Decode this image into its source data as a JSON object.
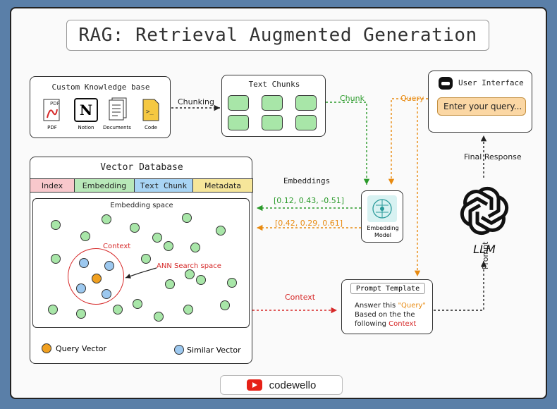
{
  "title": "RAG: Retrieval Augmented Generation",
  "knowledge_base": {
    "title": "Custom Knowledge base",
    "items": [
      {
        "icon": "pdf-icon",
        "label": "PDF"
      },
      {
        "icon": "notion-icon",
        "label": "Notion"
      },
      {
        "icon": "documents-icon",
        "label": "Documents"
      },
      {
        "icon": "code-icon",
        "label": "Code"
      }
    ]
  },
  "text_chunks": {
    "title": "Text Chunks"
  },
  "user_interface": {
    "title": "User Interface",
    "placeholder": "Enter your query..."
  },
  "vector_db": {
    "title": "Vector Database",
    "columns": [
      "Index",
      "Embedding",
      "Text Chunk",
      "Metadata"
    ],
    "column_colors": [
      "#f8c8cc",
      "#b8e8b8",
      "#a8d4f4",
      "#f6e69a"
    ],
    "space_label": "Embedding space",
    "context_label": "Context",
    "ann_label": "ANN Search space",
    "legend_query": "Query Vector",
    "legend_similar": "Similar Vector"
  },
  "embedding_model": {
    "label": "Embedding Model"
  },
  "prompt_template": {
    "title": "Prompt Template",
    "line1_a": "Answer this ",
    "line1_query": "\"Query\"",
    "line2": "Based on the the",
    "line3_a": "following ",
    "line3_ctx": "Context"
  },
  "llm": {
    "label": "LLM"
  },
  "arrows": {
    "chunking": "Chunking",
    "chunk": "Chunk",
    "query": "Query",
    "embeddings": "Embeddings",
    "vec1": "[0.12, 0.43, -0.51]",
    "vec2": "[0.42, 0.29, 0.61]",
    "context": "Context",
    "final_response": "Final Response",
    "prompt": "Prompt"
  },
  "footer": {
    "brand": "codewello"
  },
  "colors": {
    "green": "#2a9a2a",
    "orange": "#e88a10",
    "red": "#d62828",
    "blue_circle": "#9cc8ef"
  }
}
